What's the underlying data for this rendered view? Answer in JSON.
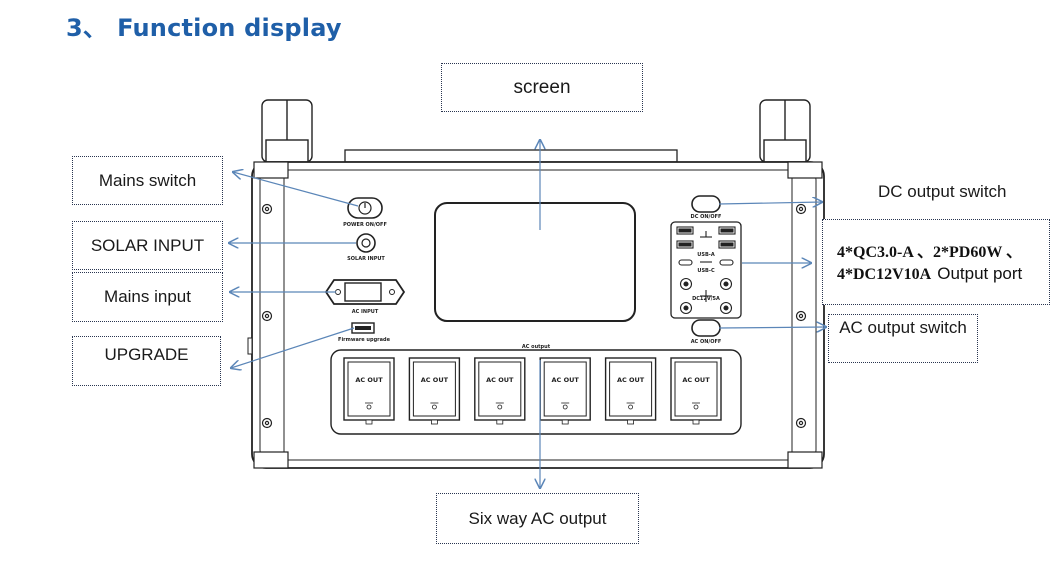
{
  "title": {
    "number": "3、",
    "text": "Function display"
  },
  "labels": {
    "screen": "screen",
    "mains_switch": "Mains switch",
    "solar_input": "SOLAR INPUT",
    "mains_input": "Mains input",
    "upgrade": "UPGRADE",
    "dc_output_switch": "DC output switch",
    "output_port_line1": "4*QC3.0-A 、2*PD60W 、",
    "output_port_line2_bold": "4*DC12V10A",
    "output_port_line2_rest": "Output port",
    "ac_output_switch": "AC output switch",
    "six_way_ac_output": "Six way AC output"
  },
  "device": {
    "power_label": "POWER ON/OFF",
    "solar_label": "SOLAR INPUT",
    "ac_input_label": "AC INPUT",
    "firmware_label": "Firmware upgrade",
    "dc_label": "DC ON/OFF",
    "usb_a_label": "USB-A",
    "usb_c_label": "USB-C",
    "dc12v_label": "DC12V/5A",
    "ac_onoff_label": "AC ON/OFF",
    "ac_output_label": "AC output",
    "outlets": [
      "AC OUT",
      "AC OUT",
      "AC OUT",
      "AC OUT",
      "AC OUT",
      "AC OUT"
    ]
  },
  "colors": {
    "title": "#1f5fa8",
    "arrow": "#5b86b8",
    "outline": "#222222"
  }
}
